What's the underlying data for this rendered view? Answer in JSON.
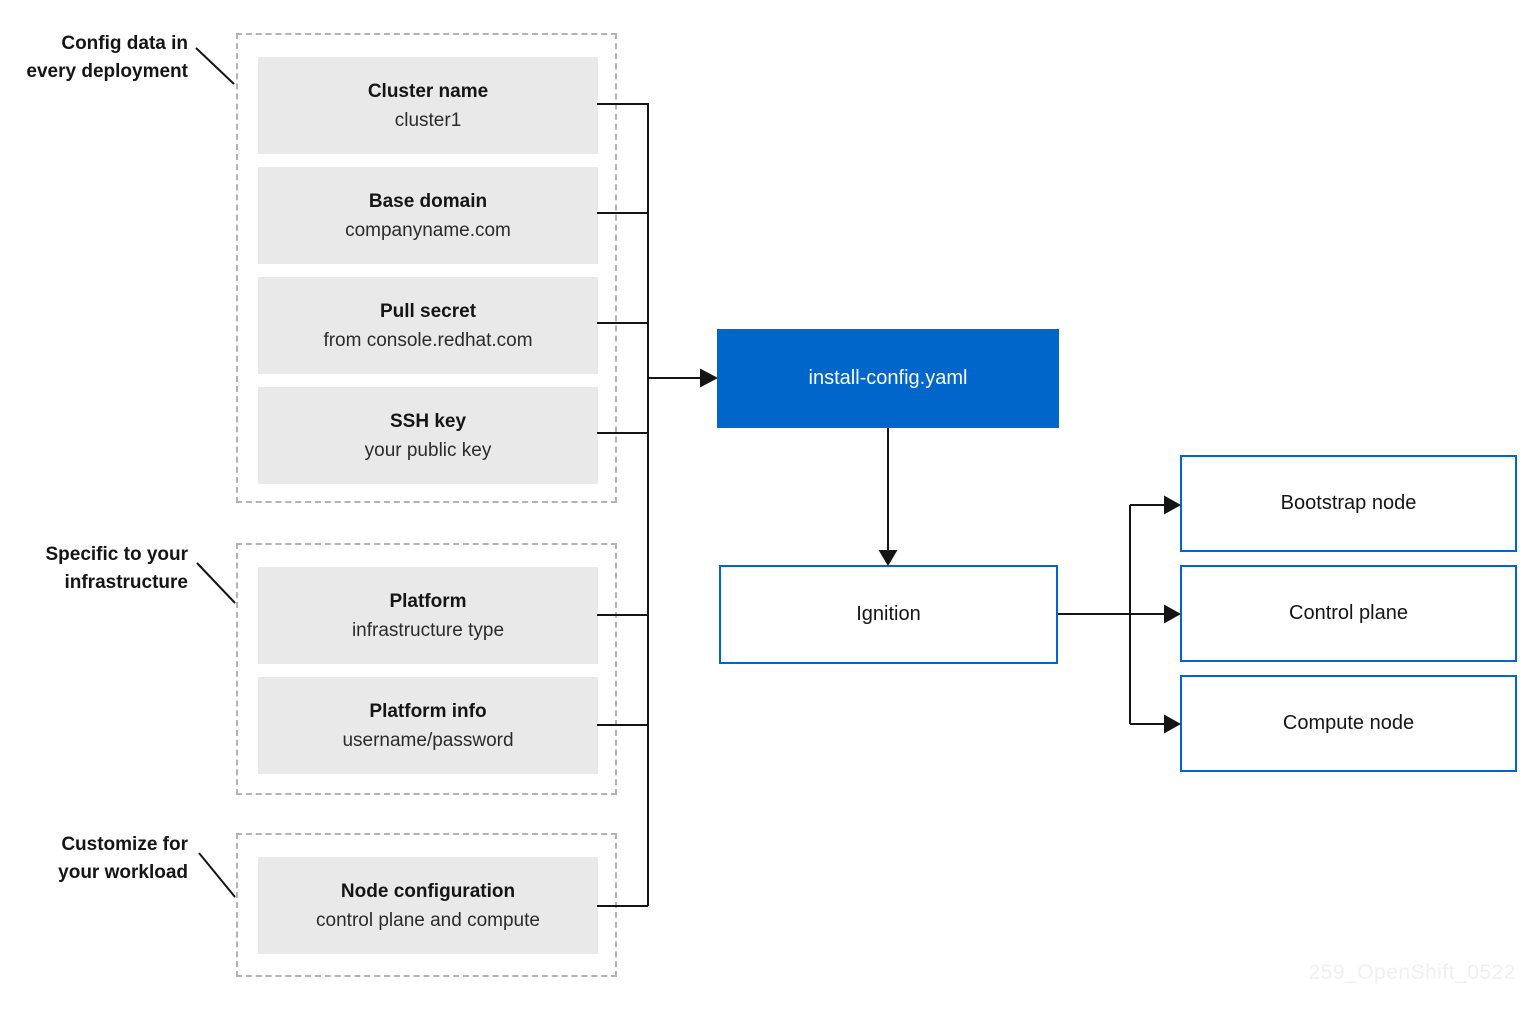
{
  "diagram": {
    "watermark": "259_OpenShift_0522",
    "colors": {
      "accent_blue": "#0066cc",
      "item_fill_gray": "#e9e9e9",
      "line_color": "#151515",
      "dashed_border_gray": "#b3b3b3",
      "watermark_gray": "#f0f0f1"
    },
    "groups": [
      {
        "label_line1": "Config data in",
        "label_line2": "every deployment",
        "items": [
          {
            "title": "Cluster name",
            "subtitle": "cluster1"
          },
          {
            "title": "Base domain",
            "subtitle": "companyname.com"
          },
          {
            "title": "Pull secret",
            "subtitle": "from console.redhat.com"
          },
          {
            "title": "SSH key",
            "subtitle": "your public key"
          }
        ]
      },
      {
        "label_line1": "Specific to your",
        "label_line2": "infrastructure",
        "items": [
          {
            "title": "Platform",
            "subtitle": "infrastructure type"
          },
          {
            "title": "Platform info",
            "subtitle": "username/password"
          }
        ]
      },
      {
        "label_line1": "Customize for",
        "label_line2": "your workload",
        "items": [
          {
            "title": "Node configuration",
            "subtitle": "control plane and compute"
          }
        ]
      }
    ],
    "center": {
      "install_config_label": "install-config.yaml",
      "ignition_label": "Ignition"
    },
    "outputs": [
      {
        "label": "Bootstrap node"
      },
      {
        "label": "Control plane"
      },
      {
        "label": "Compute node"
      }
    ]
  }
}
